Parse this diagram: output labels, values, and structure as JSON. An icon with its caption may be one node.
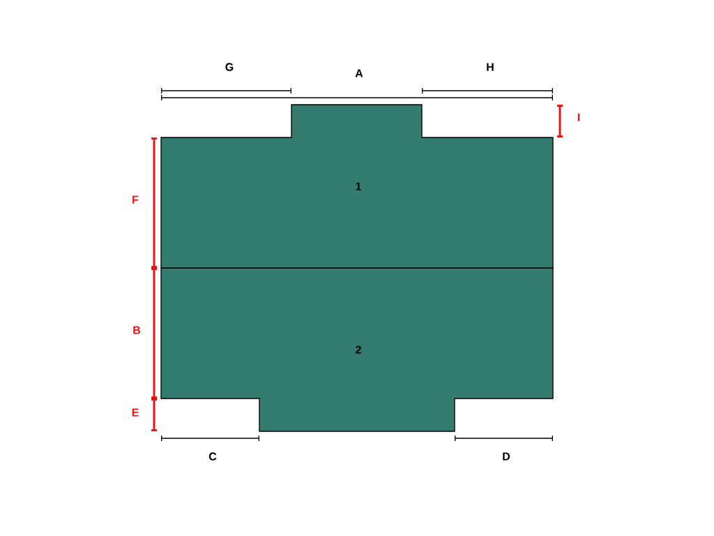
{
  "diagram": {
    "nodes": [
      {
        "text": [
          "1"
        ]
      },
      {
        "text": [
          "2"
        ]
      }
    ],
    "labels": [
      "G",
      "A",
      "H",
      "I",
      "F",
      "B",
      "E",
      "C",
      "D"
    ]
  }
}
